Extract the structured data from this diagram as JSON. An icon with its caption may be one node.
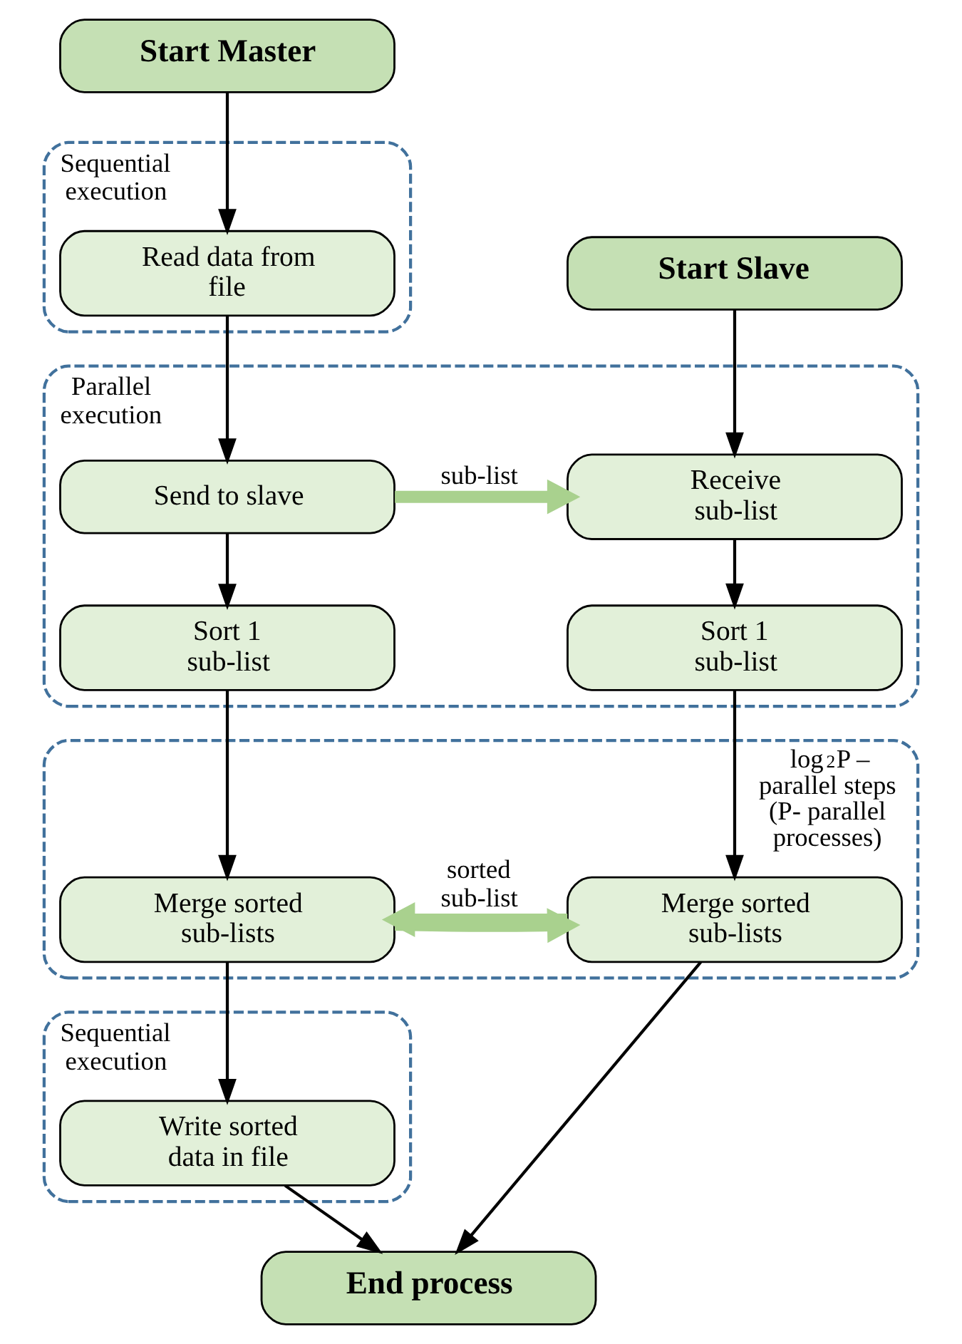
{
  "diagram": {
    "nodes": [
      {
        "text": [
          "Start Master"
        ]
      },
      {
        "text": [
          "Sequential execution"
        ]
      },
      {
        "text": [
          "Read data from file"
        ],
        "in": 1
      },
      {
        "text": [
          "Start Slave"
        ]
      },
      {
        "text": [
          "Parallel execution"
        ]
      },
      {
        "text": [
          "Send to slave"
        ],
        "in": 4
      },
      {
        "text": [
          "Receive sub-list"
        ],
        "in": 4
      },
      {
        "text": [
          "Sort 1 sub-list"
        ],
        "in": 4
      },
      {
        "text": [
          "Sort 1 sub-list"
        ],
        "in": 4
      },
      {
        "text": [
          "log$_{2}$P – parallel steps (P- parallel processes)"
        ]
      },
      {
        "text": [
          "Merge sorted sub-lists"
        ],
        "in": 9
      },
      {
        "text": [
          "Merge sorted sub-lists"
        ],
        "in": 9
      },
      {
        "text": [
          "Sequential execution"
        ]
      },
      {
        "text": [
          "Write sorted data in file"
        ],
        "in": 12
      },
      {
        "text": [
          "End process"
        ]
      }
    ],
    "edges": [
      {
        "from": 0,
        "to": 2,
        "arrow": "to"
      },
      {
        "from": 2,
        "to": 5,
        "arrow": "to"
      },
      {
        "from": 3,
        "to": 6,
        "arrow": "to"
      },
      {
        "from": 5,
        "to": 6,
        "arrow": "to",
        "label": "sub-list",
        "style": "thick",
        "color": "#a9d18e"
      },
      {
        "from": 5,
        "to": 7,
        "arrow": "to"
      },
      {
        "from": 6,
        "to": 8,
        "arrow": "to"
      },
      {
        "from": 7,
        "to": 10,
        "arrow": "to"
      },
      {
        "from": 8,
        "to": 11,
        "arrow": "to"
      },
      {
        "from": 11,
        "to": 10,
        "arrow": "to",
        "label": "sorted sub-list",
        "style": "thick",
        "color": "#a9d18e"
      },
      {
        "from": 10,
        "to": 11,
        "arrow": "to",
        "style": "thick",
        "color": "#a9d18e"
      },
      {
        "from": 10,
        "to": 13,
        "arrow": "to"
      },
      {
        "from": 11,
        "to": 14,
        "arrow": "to"
      },
      {
        "from": 13,
        "to": 14,
        "arrow": "to"
      }
    ]
  }
}
